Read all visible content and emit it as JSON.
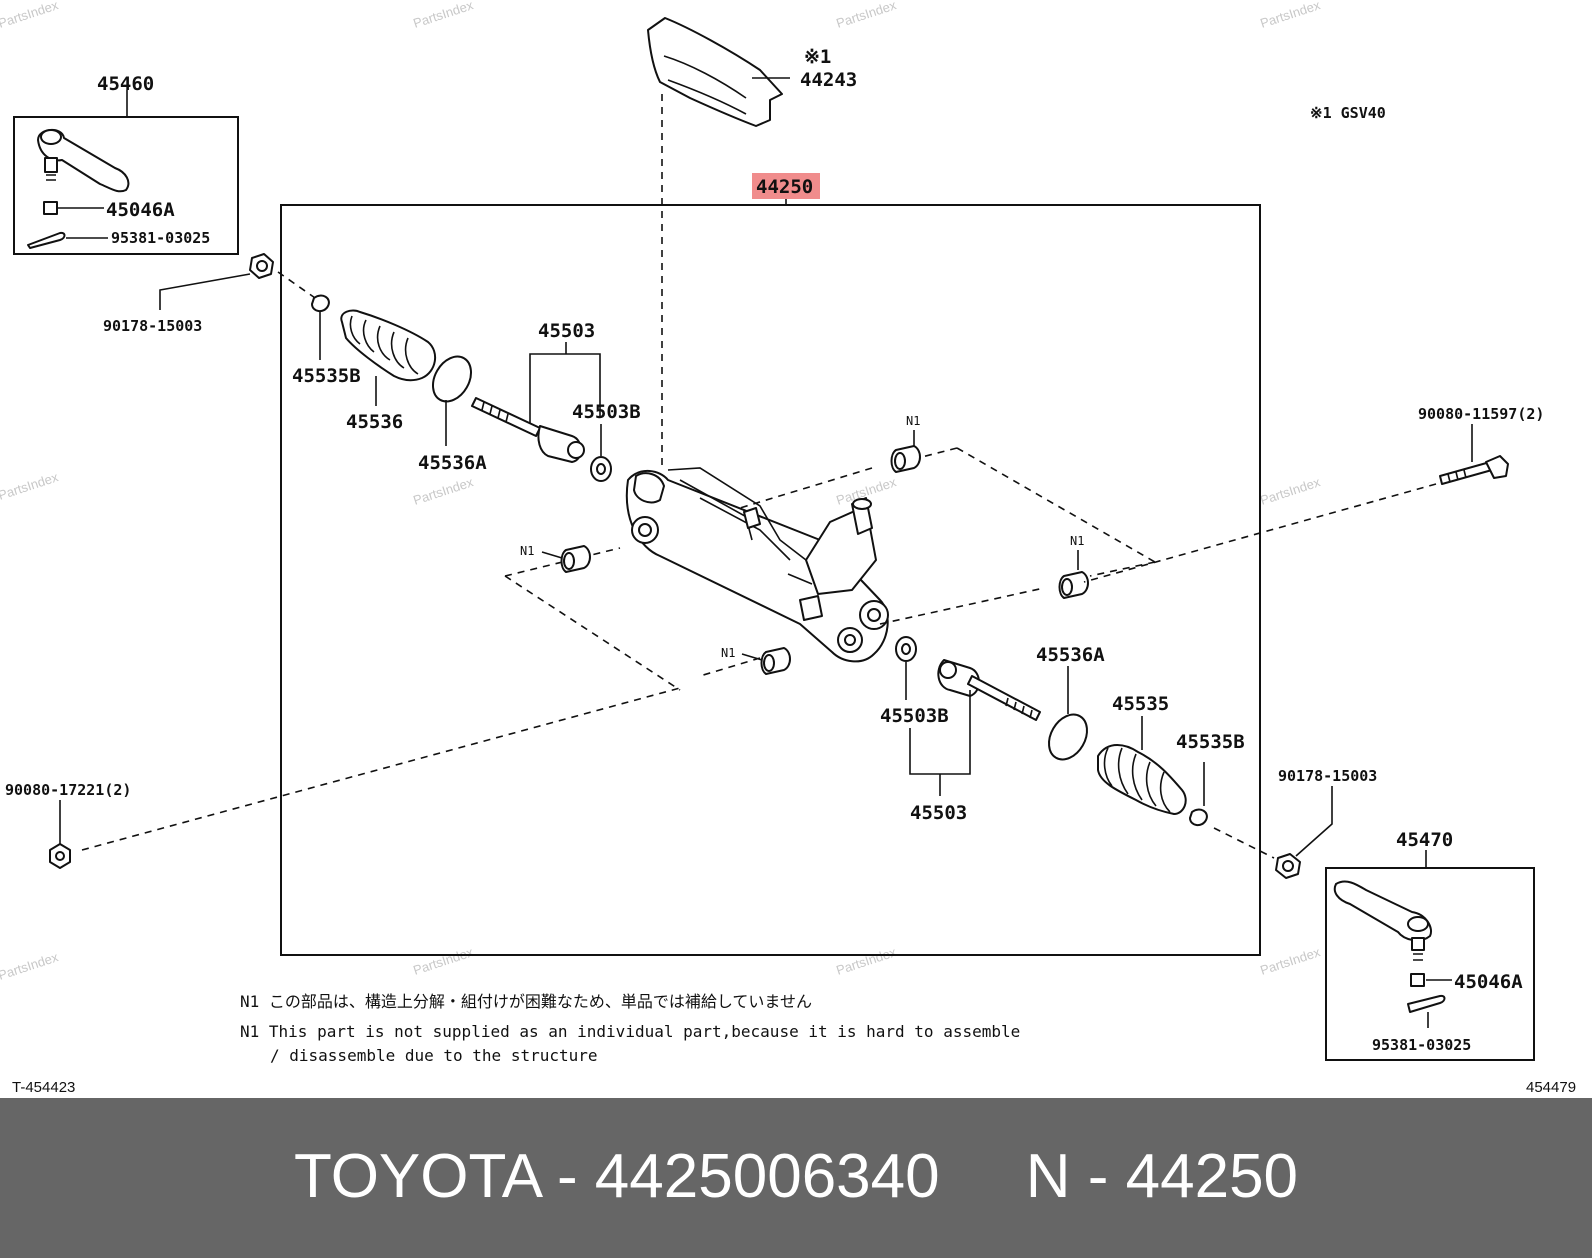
{
  "watermark": "PartsIndex",
  "callouts": {
    "p44243_note": "※1",
    "p44243": "44243",
    "gsv40_note": "※1 GSV40",
    "p44250": "44250",
    "p45460": "45460",
    "p45046A_top": "45046A",
    "p95381_top": "95381-03025",
    "p90178_left": "90178-15003",
    "p45535B_left": "45535B",
    "p45536": "45536",
    "p45536A_left": "45536A",
    "p45503_top": "45503",
    "p45503B_top": "45503B",
    "n1": "N1",
    "p90080_11597": "90080-11597(2)",
    "p90080_17221": "90080-17221(2)",
    "p45536A_right": "45536A",
    "p45535": "45535",
    "p45503B_bottom": "45503B",
    "p45535B_right": "45535B",
    "p45503_bottom": "45503",
    "p90178_right": "90178-15003",
    "p45470": "45470",
    "p45046A_bottom": "45046A",
    "p95381_bottom": "95381-03025"
  },
  "notes": {
    "jp": "N1 この部品は、構造上分解・組付けが困難なため、単品では補給していません",
    "en1": "N1 This part is not supplied as an individual part,because it is hard to assemble",
    "en2": "/ disassemble due to the structure"
  },
  "refs": {
    "left": "T-454423",
    "right": "454479"
  },
  "footer": {
    "text": "TOYOTA - 4425006340     N - 44250"
  },
  "colors": {
    "highlight": "#f08c8c",
    "footer_bg": "#666666",
    "footer_text": "#ffffff"
  }
}
